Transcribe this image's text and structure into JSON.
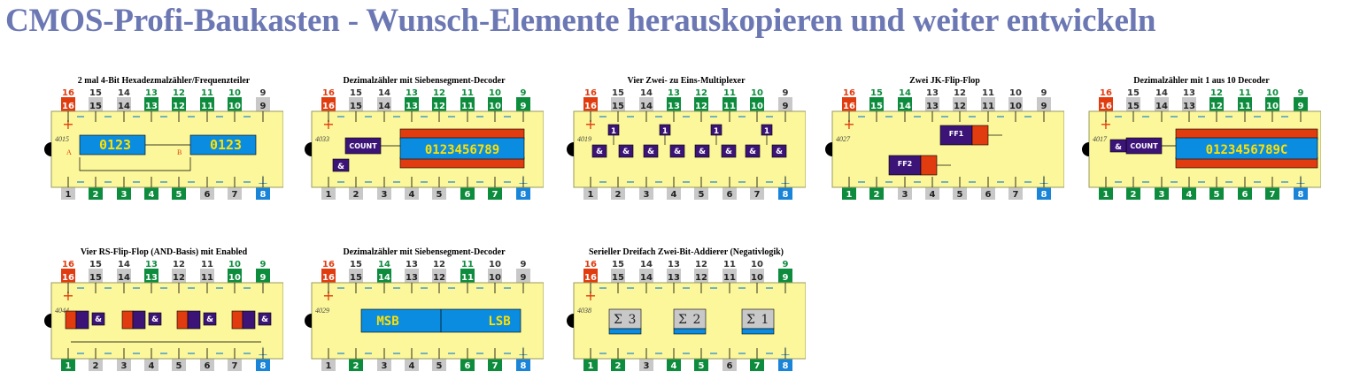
{
  "page_title": "CMOS-Profi-Baukasten - Wunsch-Elemente herauskopieren und weiter entwickeln",
  "colors": {
    "title": "#6c78b4",
    "chip_body": "#fbf79a",
    "pin_gray": "#c8c8c8",
    "pin_green": "#0e8c3e",
    "pin_blue": "#1a84d8",
    "pin_red": "#e03c10",
    "block_blue": "#0a8ce0",
    "block_purple": "#3c1478",
    "segment_digits": "#ffe000",
    "bar_red": "#e03c10"
  },
  "vdd_symbol": "+",
  "gnd_symbol": "⊥",
  "chips": [
    {
      "id": "chip-4015",
      "title": "2  mal 4-Bit Hexadezmalzähler/Frequenzteiler",
      "chip_id": "4015",
      "kind": "hex-counter",
      "top_pins": [
        "16",
        "15",
        "14",
        "13",
        "12",
        "11",
        "10",
        "9"
      ],
      "top_pin_colors": [
        "red",
        "gray",
        "gray",
        "green",
        "green",
        "green",
        "green",
        "gray"
      ],
      "bottom_pins": [
        "1",
        "2",
        "3",
        "4",
        "5",
        "6",
        "7",
        "8"
      ],
      "bottom_pin_colors": [
        "gray",
        "green",
        "green",
        "green",
        "green",
        "gray",
        "gray",
        "blue"
      ],
      "counters": [
        "0123",
        "0123"
      ],
      "labels": [
        "A",
        "B"
      ]
    },
    {
      "id": "chip-4033",
      "title": "Dezimalzähler mit Siebensegment-Decoder",
      "chip_id": "4033",
      "kind": "decimal-7seg",
      "top_pins": [
        "16",
        "15",
        "14",
        "13",
        "12",
        "11",
        "10",
        "9"
      ],
      "top_pin_colors": [
        "red",
        "gray",
        "gray",
        "green",
        "green",
        "green",
        "green",
        "green"
      ],
      "bottom_pins": [
        "1",
        "2",
        "3",
        "4",
        "5",
        "6",
        "7",
        "8"
      ],
      "bottom_pin_colors": [
        "gray",
        "gray",
        "gray",
        "gray",
        "gray",
        "green",
        "green",
        "blue"
      ],
      "count_label": "COUNT",
      "digits": "0123456789",
      "gate": "&"
    },
    {
      "id": "chip-4019",
      "title": "Vier Zwei- zu Eins-Multiplexer",
      "chip_id": "4019",
      "kind": "mux",
      "top_pins": [
        "16",
        "15",
        "14",
        "13",
        "12",
        "11",
        "10",
        "9"
      ],
      "top_pin_colors": [
        "red",
        "gray",
        "gray",
        "green",
        "green",
        "green",
        "green",
        "gray"
      ],
      "bottom_pins": [
        "1",
        "2",
        "3",
        "4",
        "5",
        "6",
        "7",
        "8"
      ],
      "bottom_pin_colors": [
        "gray",
        "gray",
        "gray",
        "gray",
        "gray",
        "gray",
        "gray",
        "blue"
      ],
      "one_label": "1",
      "gate": "&"
    },
    {
      "id": "chip-4027",
      "title": "Zwei JK-Flip-Flop",
      "chip_id": "4027",
      "kind": "jk",
      "top_pins": [
        "16",
        "15",
        "14",
        "13",
        "12",
        "11",
        "10",
        "9"
      ],
      "top_pin_colors": [
        "red",
        "green",
        "green",
        "gray",
        "gray",
        "gray",
        "gray",
        "gray"
      ],
      "bottom_pins": [
        "1",
        "2",
        "3",
        "4",
        "5",
        "6",
        "7",
        "8"
      ],
      "bottom_pin_colors": [
        "green",
        "green",
        "gray",
        "gray",
        "gray",
        "gray",
        "gray",
        "blue"
      ],
      "ff_labels": [
        "FF1",
        "FF2"
      ]
    },
    {
      "id": "chip-4017",
      "title": "Dezimalzähler mit 1 aus 10 Decoder",
      "chip_id": "4017",
      "kind": "decimal-1of10",
      "top_pins": [
        "16",
        "15",
        "14",
        "13",
        "12",
        "11",
        "10",
        "9"
      ],
      "top_pin_colors": [
        "red",
        "gray",
        "gray",
        "gray",
        "green",
        "green",
        "green",
        "green"
      ],
      "bottom_pins": [
        "1",
        "2",
        "3",
        "4",
        "5",
        "6",
        "7",
        "8"
      ],
      "bottom_pin_colors": [
        "green",
        "green",
        "green",
        "green",
        "green",
        "green",
        "green",
        "blue"
      ],
      "count_label": "COUNT",
      "digits": "0123456789C",
      "gate": "&"
    },
    {
      "id": "chip-4044",
      "title": "Vier RS-Flip-Flop  (AND-Basis) mit Enabled",
      "chip_id": "4044",
      "kind": "rs",
      "top_pins": [
        "16",
        "15",
        "14",
        "13",
        "12",
        "11",
        "10",
        "9"
      ],
      "top_pin_colors": [
        "red",
        "gray",
        "gray",
        "green",
        "gray",
        "gray",
        "green",
        "green"
      ],
      "bottom_pins": [
        "1",
        "2",
        "3",
        "4",
        "5",
        "6",
        "7",
        "8"
      ],
      "bottom_pin_colors": [
        "green",
        "gray",
        "gray",
        "gray",
        "gray",
        "gray",
        "gray",
        "blue"
      ],
      "gate": "&"
    },
    {
      "id": "chip-4029",
      "title": "Dezimalzähler mit Siebensegment-Decoder",
      "chip_id": "4029",
      "kind": "msb-lsb",
      "top_pins": [
        "16",
        "15",
        "14",
        "13",
        "12",
        "11",
        "10",
        "9"
      ],
      "top_pin_colors": [
        "red",
        "gray",
        "green",
        "gray",
        "gray",
        "green",
        "gray",
        "gray"
      ],
      "bottom_pins": [
        "1",
        "2",
        "3",
        "4",
        "5",
        "6",
        "7",
        "8"
      ],
      "bottom_pin_colors": [
        "gray",
        "green",
        "gray",
        "gray",
        "gray",
        "green",
        "green",
        "blue"
      ],
      "msb_label": "MSB",
      "lsb_label": "LSB"
    },
    {
      "id": "chip-4038",
      "title": "Serieller Dreifach Zwei-Bit-Addierer (Negativlogik)",
      "chip_id": "4038",
      "kind": "adder",
      "top_pins": [
        "16",
        "15",
        "14",
        "13",
        "12",
        "11",
        "10",
        "9"
      ],
      "top_pin_colors": [
        "red",
        "gray",
        "gray",
        "gray",
        "gray",
        "gray",
        "gray",
        "green"
      ],
      "bottom_pins": [
        "1",
        "2",
        "3",
        "4",
        "5",
        "6",
        "7",
        "8"
      ],
      "bottom_pin_colors": [
        "green",
        "green",
        "gray",
        "green",
        "green",
        "gray",
        "green",
        "blue"
      ],
      "sum_labels": [
        "3",
        "2",
        "1"
      ],
      "sigma": "Σ"
    }
  ]
}
